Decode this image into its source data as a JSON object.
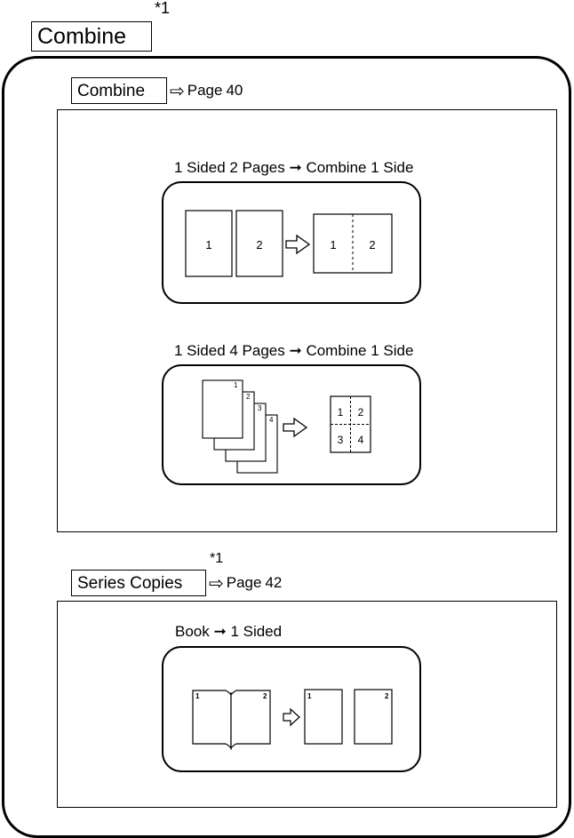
{
  "header": {
    "label": "Combine",
    "note": "*1"
  },
  "sections": [
    {
      "label": "Combine",
      "ref_arrow": "⇨",
      "ref_word": "Page",
      "ref_page": "40",
      "examples": [
        {
          "title": "1 Sided 2 Pages ➞ Combine 1 Side",
          "originals": [
            "1",
            "2"
          ],
          "result": [
            "1",
            "2"
          ]
        },
        {
          "title": "1 Sided 4 Pages ➞ Combine 1 Side",
          "originals": [
            "1",
            "2",
            "3",
            "4"
          ],
          "result": [
            "1",
            "2",
            "3",
            "4"
          ]
        }
      ]
    },
    {
      "label": "Series Copies",
      "note": "*1",
      "ref_arrow": "⇨",
      "ref_word": "Page",
      "ref_page": "42",
      "examples": [
        {
          "title": "Book ➞ 1 Sided",
          "originals": [
            "1",
            "2"
          ],
          "result": [
            "1",
            "2"
          ]
        }
      ]
    }
  ]
}
